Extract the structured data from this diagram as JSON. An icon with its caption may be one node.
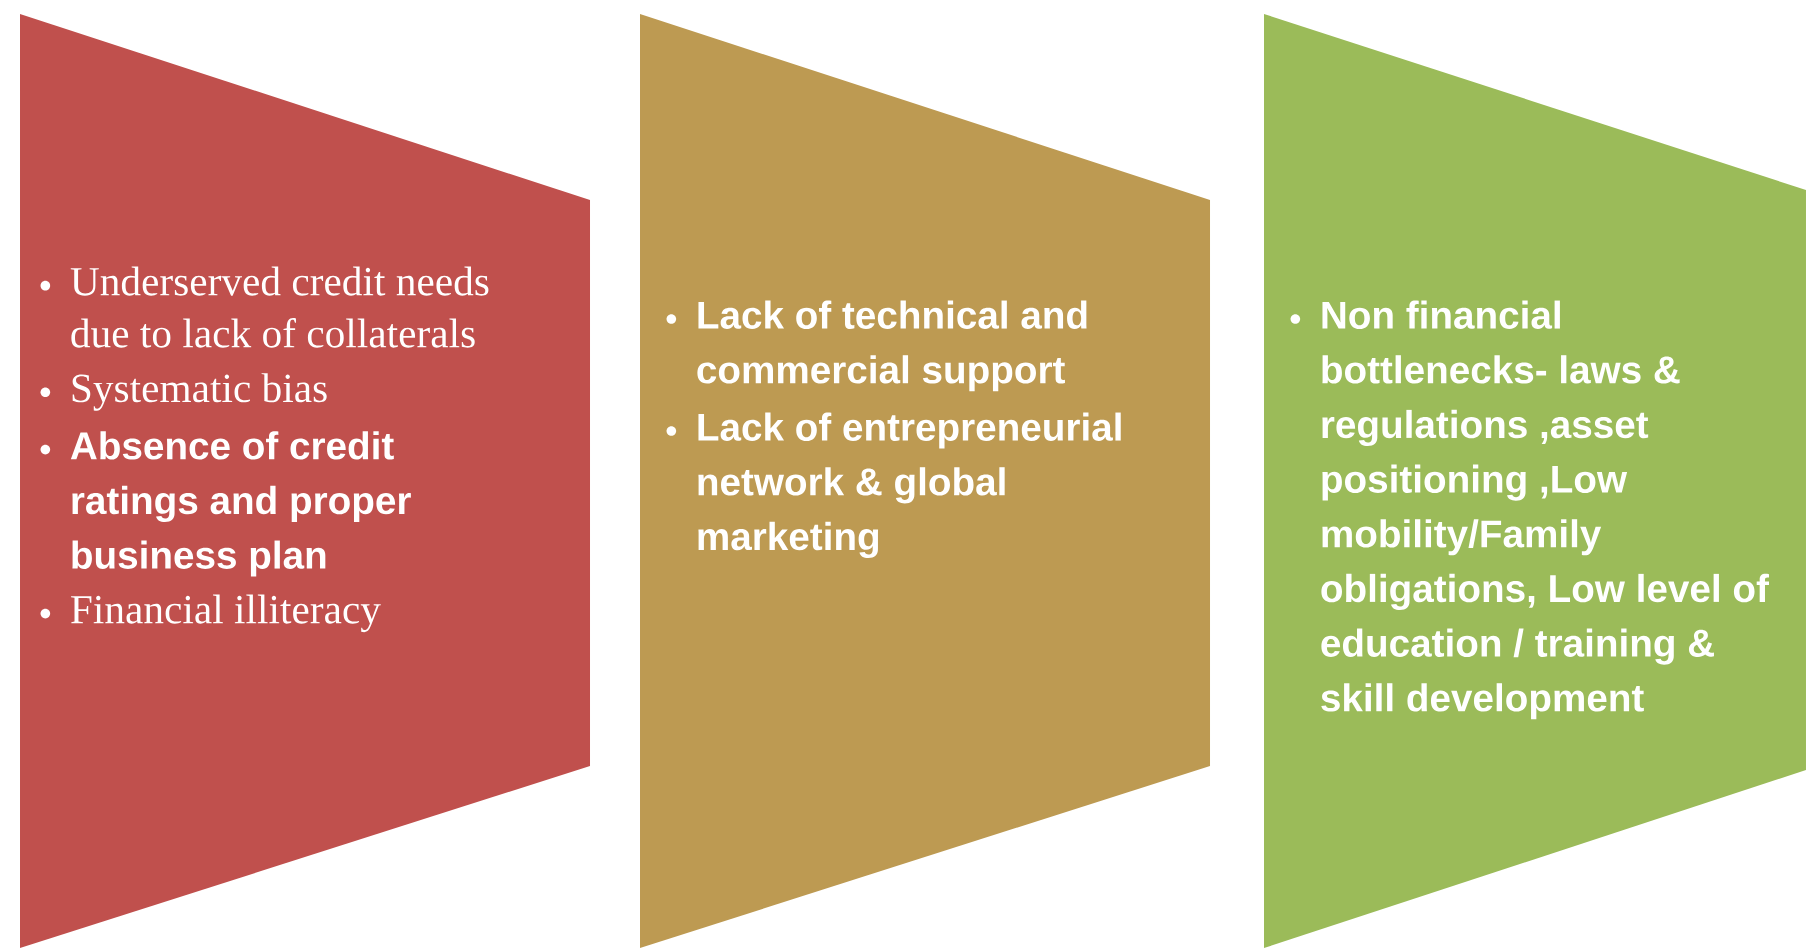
{
  "diagram": {
    "nodes": [
      {
        "text": [
          "Underserved credit needs due to lack of collaterals",
          "Systematic bias",
          "Absence of credit ratings and proper business plan",
          "Financial illiteracy"
        ]
      },
      {
        "text": [
          "Lack of technical and commercial support",
          "Lack of entrepreneurial network & global marketing"
        ]
      },
      {
        "text": [
          "Non financial bottlenecks- laws & regulations ,asset positioning ,Low mobility/Family obligations, Low level of education / training & skill development"
        ]
      }
    ]
  }
}
